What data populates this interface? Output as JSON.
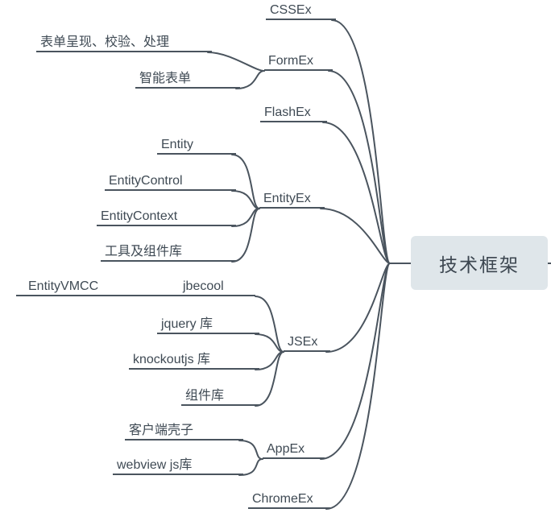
{
  "mindmap": {
    "root": {
      "label": "技术框架",
      "children": [
        {
          "label": "CSSEx"
        },
        {
          "label": "FormEx",
          "children": [
            {
              "label": "表单呈现、校验、处理"
            },
            {
              "label": "智能表单"
            }
          ]
        },
        {
          "label": "FlashEx"
        },
        {
          "label": "EntityEx",
          "children": [
            {
              "label": "Entity"
            },
            {
              "label": "EntityControl"
            },
            {
              "label": "EntityContext"
            },
            {
              "label": "工具及组件库"
            }
          ]
        },
        {
          "label": "JSEx",
          "children": [
            {
              "label": "jbecool",
              "children": [
                {
                  "label": "EntityVMCC"
                }
              ]
            },
            {
              "label": "jquery 库"
            },
            {
              "label": "knockoutjs 库"
            },
            {
              "label": "组件库"
            }
          ]
        },
        {
          "label": "AppEx",
          "children": [
            {
              "label": "客户端壳子"
            },
            {
              "label": "webview js库"
            }
          ]
        },
        {
          "label": "ChromeEx"
        }
      ]
    }
  },
  "colors": {
    "line": "#4a545e",
    "root_fill": "#dfe6ea",
    "text": "#3f4a54"
  }
}
